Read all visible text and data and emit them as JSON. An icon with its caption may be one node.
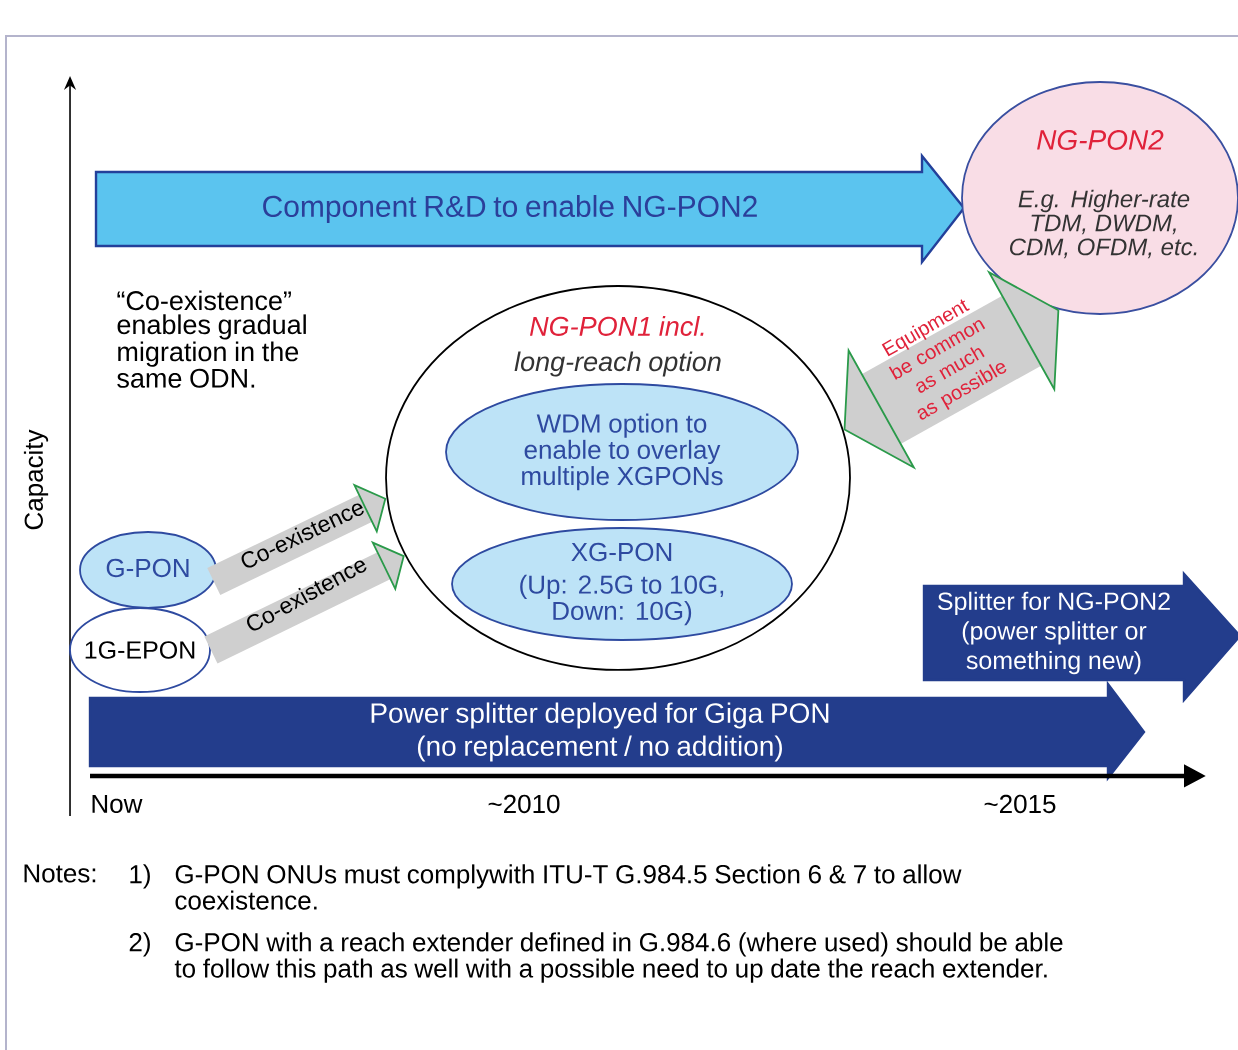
{
  "diagram": {
    "nodes": [
      {
        "text": [
          "Component R&D to enable NG-PON2"
        ]
      },
      {
        "text": [
          "NG-PON2",
          "E.g. Higher-rate TDM, DWDM, CDM, OFDM, etc."
        ]
      },
      {
        "text": [
          "NG-PON1 incl.",
          "long-reach option"
        ]
      },
      {
        "text": [
          "WDM option to enable to overlay multiple XGPONs"
        ],
        "in": 2
      },
      {
        "text": [
          "XG-PON",
          "(Up: 2.5G to 10G, Down: 10G)"
        ],
        "in": 2
      },
      {
        "text": [
          "G-PON"
        ]
      },
      {
        "text": [
          "1G-EPON"
        ]
      },
      {
        "text": [
          "Splitter for NG-PON2",
          "(power splitter or something new)"
        ]
      },
      {
        "text": [
          "Power splitter deployed for Giga PON",
          "(no replacement / no addition)"
        ]
      }
    ],
    "edges": [
      {
        "from": 5,
        "to": 2,
        "arrow": "to",
        "label": "Co-existence"
      },
      {
        "from": 6,
        "to": 2,
        "arrow": "to",
        "label": "Co-existence"
      },
      {
        "from": 2,
        "to": 1,
        "arrow": "both",
        "label": "Equipment be common as much as possible",
        "style": "thick"
      }
    ],
    "labels": [
      "“Co-existence” enables gradual migration in the same ODN.",
      "Capacity",
      "Now",
      "~2010",
      "~2015",
      "Notes:",
      "1)",
      "G-PON ONUs must complywith ITU-T G.984.5 Section 6 & 7 to allow coexistence.",
      "2)",
      "G-PON with a reach extender defined in G.984.6 (where used) should be able to follow this path as well with a possible need to up date the reach extender."
    ]
  }
}
